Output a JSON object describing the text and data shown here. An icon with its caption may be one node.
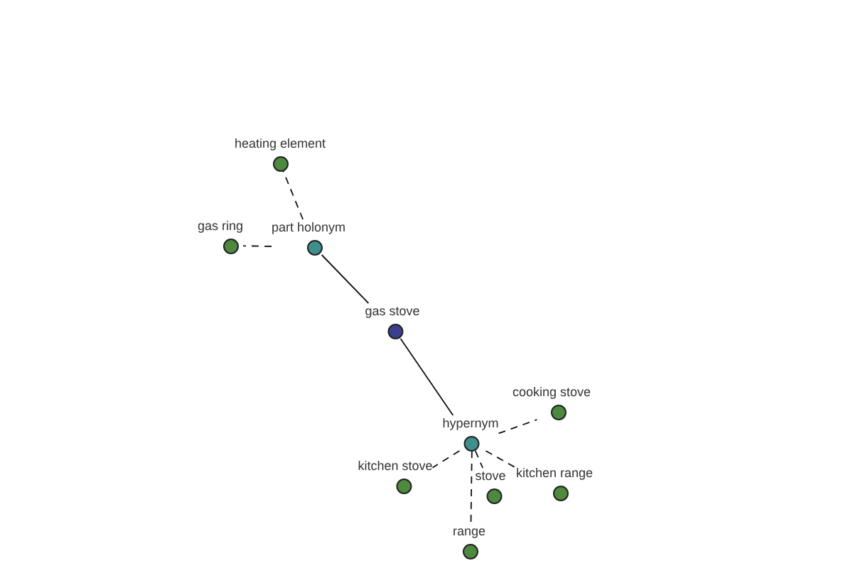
{
  "diagram": {
    "nodes": [
      {
        "text": [
          "heating element"
        ]
      },
      {
        "text": [
          "gas ring"
        ]
      },
      {
        "text": [
          "part holonym"
        ]
      },
      {
        "text": [
          "gas stove"
        ]
      },
      {
        "text": [
          "cooking stove"
        ]
      },
      {
        "text": [
          "hypernym"
        ]
      },
      {
        "text": [
          "kitchen stove"
        ]
      },
      {
        "text": [
          "stove"
        ]
      },
      {
        "text": [
          "kitchen range"
        ]
      },
      {
        "text": [
          "range"
        ]
      }
    ],
    "edges": [
      {
        "from": 2,
        "to": 0,
        "arrow": "none",
        "style": "dashed"
      },
      {
        "from": 2,
        "to": 1,
        "arrow": "none",
        "style": "dashed"
      },
      {
        "from": 3,
        "to": 2,
        "arrow": "none"
      },
      {
        "from": 3,
        "to": 5,
        "arrow": "none"
      },
      {
        "from": 5,
        "to": 4,
        "arrow": "none",
        "style": "dashed"
      },
      {
        "from": 5,
        "to": 6,
        "arrow": "none",
        "style": "dashed"
      },
      {
        "from": 5,
        "to": 7,
        "arrow": "none",
        "style": "dashed"
      },
      {
        "from": 5,
        "to": 8,
        "arrow": "none",
        "style": "dashed"
      },
      {
        "from": 5,
        "to": 9,
        "arrow": "none",
        "style": "dashed"
      }
    ]
  }
}
